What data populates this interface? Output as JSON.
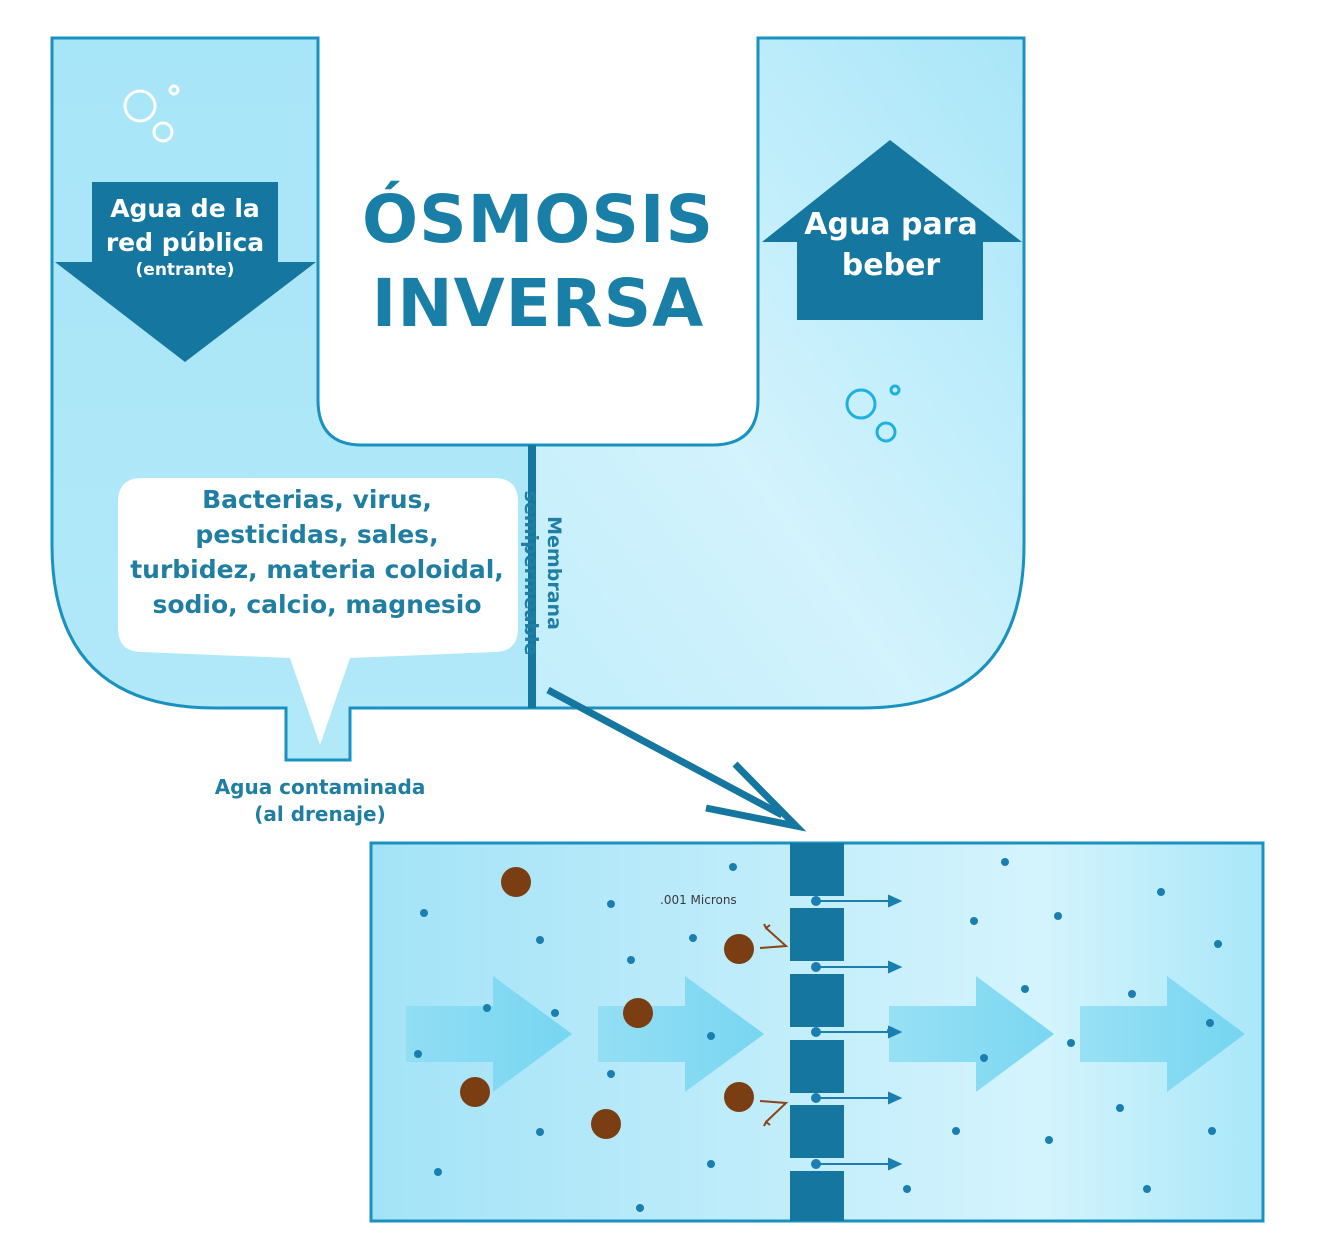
{
  "diagram": {
    "title_line1": "ÓSMOSIS",
    "title_line2": "INVERSA",
    "inlet_label_line1": "Agua de la",
    "inlet_label_line2": "red pública",
    "inlet_label_sub": "(entrante)",
    "outlet_label_line1": "Agua para",
    "outlet_label_line2": "beber",
    "contaminants_line1": "Bacterias, virus,",
    "contaminants_line2": "pesticidas, sales,",
    "contaminants_line3": "turbidez, materia coloidal,",
    "contaminants_line4": "sodio, calcio, magnesio",
    "drain_line1": "Agua contaminada",
    "drain_line2": "(al drenaje)",
    "membrane_line1": "Membrana",
    "membrane_line2": "semipermeable",
    "pore_size_label": ".001 Microns"
  },
  "colors": {
    "water_light": "#a9e6f8",
    "water_pale": "#d6f4fd",
    "outline": "#1a92bf",
    "arrow_dark": "#1576a0",
    "title": "#1a7fa6",
    "label": "#1f7ea2",
    "particle": "#7a3e12",
    "molecule": "#1a7fb0"
  }
}
